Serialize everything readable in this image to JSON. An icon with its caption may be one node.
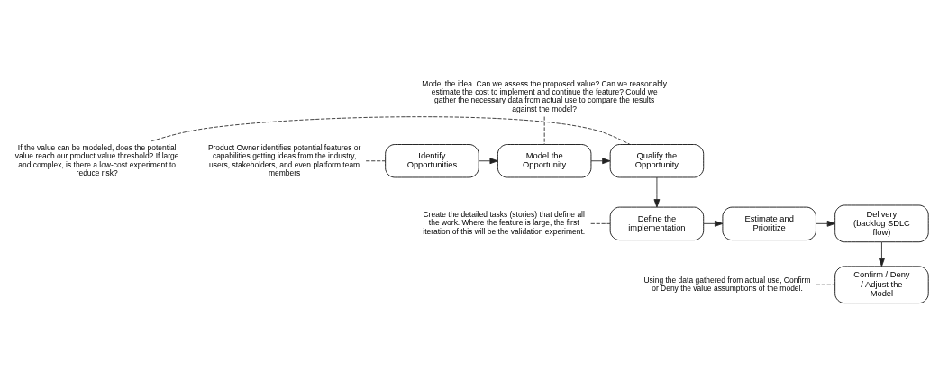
{
  "diagram": {
    "nodes": [
      {
        "text": [
          "Identify Opportunities"
        ]
      },
      {
        "text": [
          "Model the Opportunity"
        ]
      },
      {
        "text": [
          "Qualify the Opportunity"
        ]
      },
      {
        "text": [
          "Define the implementation"
        ]
      },
      {
        "text": [
          "Estimate and Prioritize"
        ]
      },
      {
        "text": [
          "Delivery (backlog SDLC flow)"
        ]
      },
      {
        "text": [
          "Confirm / Deny / Adjust the Model"
        ]
      },
      {
        "text": [
          "Product Owner identifies potential features or capabilities getting ideas from the industry, users, stakeholders, and even platform team members"
        ]
      },
      {
        "text": [
          "Model the idea. Can we assess the proposed value? Can we reasonably estimate the cost to implement and continue the feature? Could we gather the necessary data from actual use to compare the results against the model?"
        ]
      },
      {
        "text": [
          "If the value can be modeled, does the potential value reach our product value threshold? If large and complex, is there a low-cost experiment to reduce risk?"
        ]
      },
      {
        "text": [
          "Create the detailed tasks (stories) that define all the work. Where the feature is large, the first iteration of this will be the validation experiment."
        ]
      },
      {
        "text": [
          "Using the data gathered from actual use, Confirm or Deny the value assumptions of the model."
        ]
      }
    ],
    "edges": [
      {
        "from": 0,
        "to": 1,
        "arrow": "to"
      },
      {
        "from": 1,
        "to": 2,
        "arrow": "to"
      },
      {
        "from": 2,
        "to": 3,
        "arrow": "to"
      },
      {
        "from": 3,
        "to": 4,
        "arrow": "to"
      },
      {
        "from": 4,
        "to": 5,
        "arrow": "to"
      },
      {
        "from": 5,
        "to": 6,
        "arrow": "to"
      },
      {
        "from": 7,
        "to": 0,
        "arrow": "none",
        "style": "dashed"
      },
      {
        "from": 8,
        "to": 1,
        "arrow": "none",
        "style": "dashed"
      },
      {
        "from": 9,
        "to": 2,
        "arrow": "none",
        "style": "dashed"
      },
      {
        "from": 10,
        "to": 3,
        "arrow": "none",
        "style": "dashed"
      },
      {
        "from": 11,
        "to": 6,
        "arrow": "none",
        "style": "dashed"
      }
    ]
  }
}
